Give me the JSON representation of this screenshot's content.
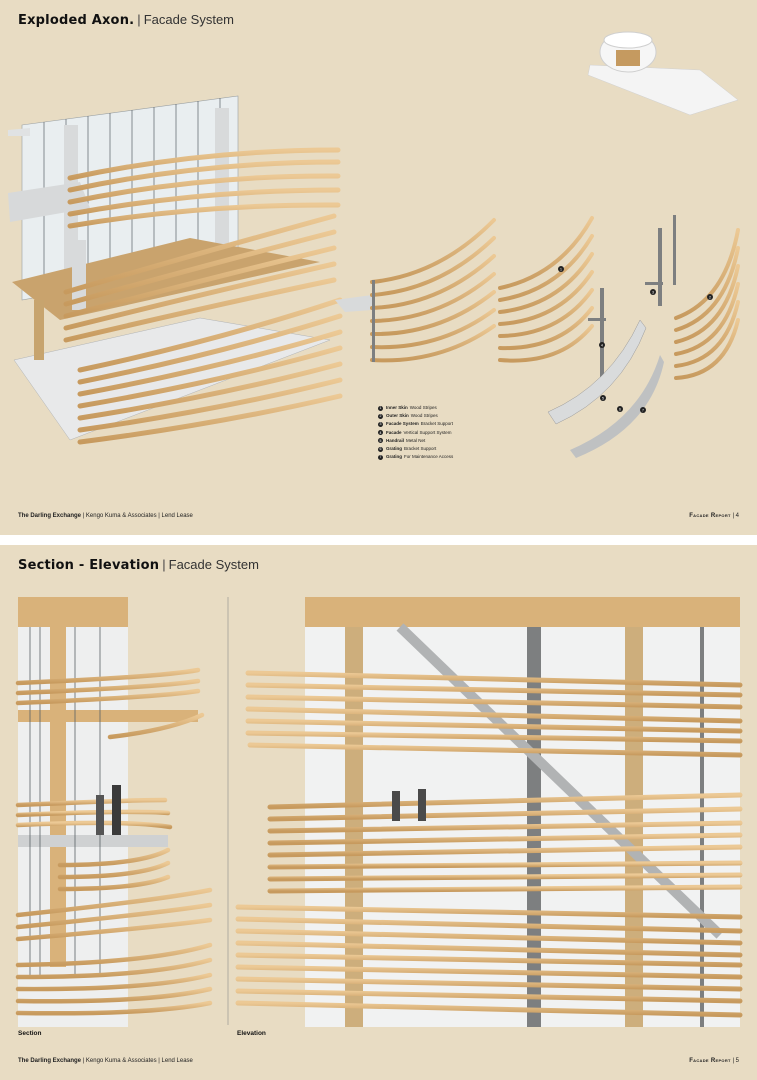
{
  "page1": {
    "title_bold": "Exploded Axon.",
    "title_sep": "|",
    "title_sub": "Facade System",
    "legend": [
      {
        "num": "1",
        "name": "Inner Skin",
        "desc": "Wood Stripes"
      },
      {
        "num": "2",
        "name": "Outer Skin",
        "desc": "Wood Stripes"
      },
      {
        "num": "3",
        "name": "Facade System",
        "desc": "Bracket Support"
      },
      {
        "num": "4",
        "name": "Facade",
        "desc": "Vertical Support System"
      },
      {
        "num": "5",
        "name": "Handrail",
        "desc": "Metal Net"
      },
      {
        "num": "6",
        "name": "Grating",
        "desc": "Bracket Support"
      },
      {
        "num": "7",
        "name": "Grating",
        "desc": "For Maintenance Access"
      }
    ],
    "labels": [
      "1",
      "2",
      "3",
      "4",
      "5",
      "6",
      "7"
    ],
    "footer_project": "The Darling Exchange",
    "footer_rest": "| Kengo Kuma & Associates | Lend Lease",
    "footer_report": "Facade Report",
    "footer_page": "| 4"
  },
  "page2": {
    "title_bold": "Section - Elevation",
    "title_sep": "|",
    "title_sub": "Facade System",
    "caption_section": "Section",
    "caption_elevation": "Elevation",
    "footer_project": "The Darling Exchange",
    "footer_rest": "| Kengo Kuma & Associates | Lend Lease",
    "footer_report": "Facade Report",
    "footer_page": "| 5"
  },
  "colors": {
    "background": "#e8dcc3",
    "wood": "#d9b27a",
    "wood_dark": "#b98b50",
    "glass": "#f1f2f2",
    "steel": "#7d7f80"
  }
}
